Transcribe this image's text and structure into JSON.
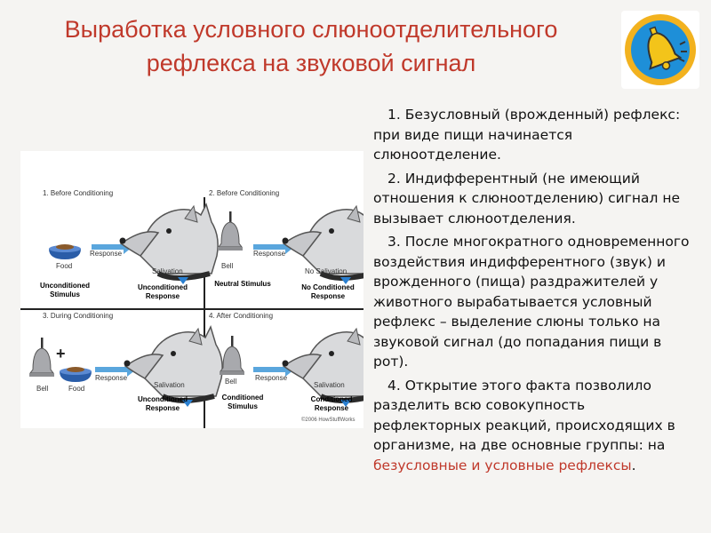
{
  "slide": {
    "title_line1": "Выработка условного слюноотделительного",
    "title_line2": "рефлекса на звуковой сигнал"
  },
  "figure": {
    "panels": [
      {
        "heading": "1. Before Conditioning",
        "left_label": "Food",
        "arrow_label": "Response",
        "right_label": "Salivation",
        "bottom_left": [
          "Unconditioned",
          "Stimulus"
        ],
        "bottom_right": [
          "Unconditioned",
          "Response"
        ]
      },
      {
        "heading": "2. Before Conditioning",
        "left_label": "Bell",
        "arrow_label": "Response",
        "right_label": "No Salivation",
        "bottom_left": [
          "Neutral Stimulus"
        ],
        "bottom_right": [
          "No Conditioned",
          "Response"
        ]
      },
      {
        "heading": "3. During Conditioning",
        "left_label": "Bell",
        "left_label2": "Food",
        "plus": "+",
        "arrow_label": "Response",
        "right_label": "Salivation",
        "bottom_left": [],
        "bottom_right": [
          "Unconditioned",
          "Response"
        ]
      },
      {
        "heading": "4. After Conditioning",
        "left_label": "Bell",
        "arrow_label": "Response",
        "right_label": "Salivation",
        "bottom_left": [
          "Conditioned",
          "Stimulus"
        ],
        "bottom_right": [
          "Conditioned",
          "Response"
        ]
      }
    ],
    "copyright": "©2006 HowStuffWorks"
  },
  "points": [
    "1. Безусловный (врожденный) рефлекс: при виде пищи начинается слюноотделение.",
    "2. Индифферентный (не имеющий отношения к слюноотделению) сигнал не вызывает слюноотделения.",
    "3. После многократного одновременного воздействия индифферентного (звук) и врожденного (пища) раздражителей у животного вырабатывается условный рефлекс – выделение слюны только на звуковой сигнал (до попадания пищи в рот).",
    "4. Открытие этого факта позволило разделить всю совокупность рефлекторных реакций, происходящих в организме, на две основные группы: на "
  ],
  "highlight": "безусловные и условные рефлексы",
  "point4_end": ".",
  "colors": {
    "title": "#c0392b",
    "highlight": "#c0392b",
    "badge_ring": "#f2b21f",
    "badge_fill": "#1e8fd8"
  }
}
